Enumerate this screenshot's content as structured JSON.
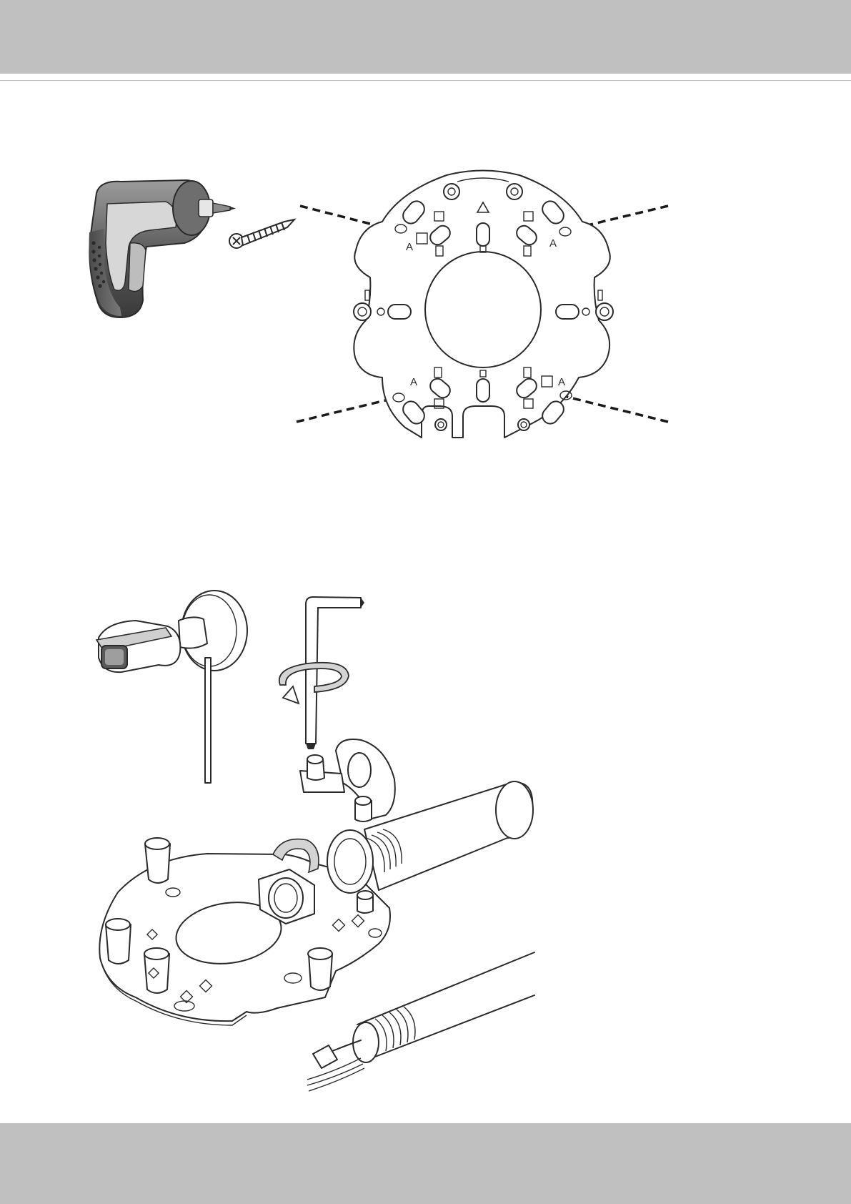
{
  "header_band_color": "#c0c0c0",
  "footer_band_color": "#c0c0c0",
  "figure1": {
    "drill_icon": "electric-screwdriver-icon",
    "screw_icon": "screw-icon",
    "plate_hole_labels": [
      "A",
      "A",
      "A",
      "A"
    ]
  },
  "figure2": {
    "camera_icon": "bullet-camera-icon",
    "hex_key_icon": "torx-hex-key-icon",
    "rotate_icon": "rotate-arrow-icon",
    "bracket_icon": "conduit-bracket-icon",
    "base_icon": "mounting-base-icon",
    "conduit_icon": "conduit-pipe-icon",
    "cable_icon": "ethernet-cable-icon"
  }
}
